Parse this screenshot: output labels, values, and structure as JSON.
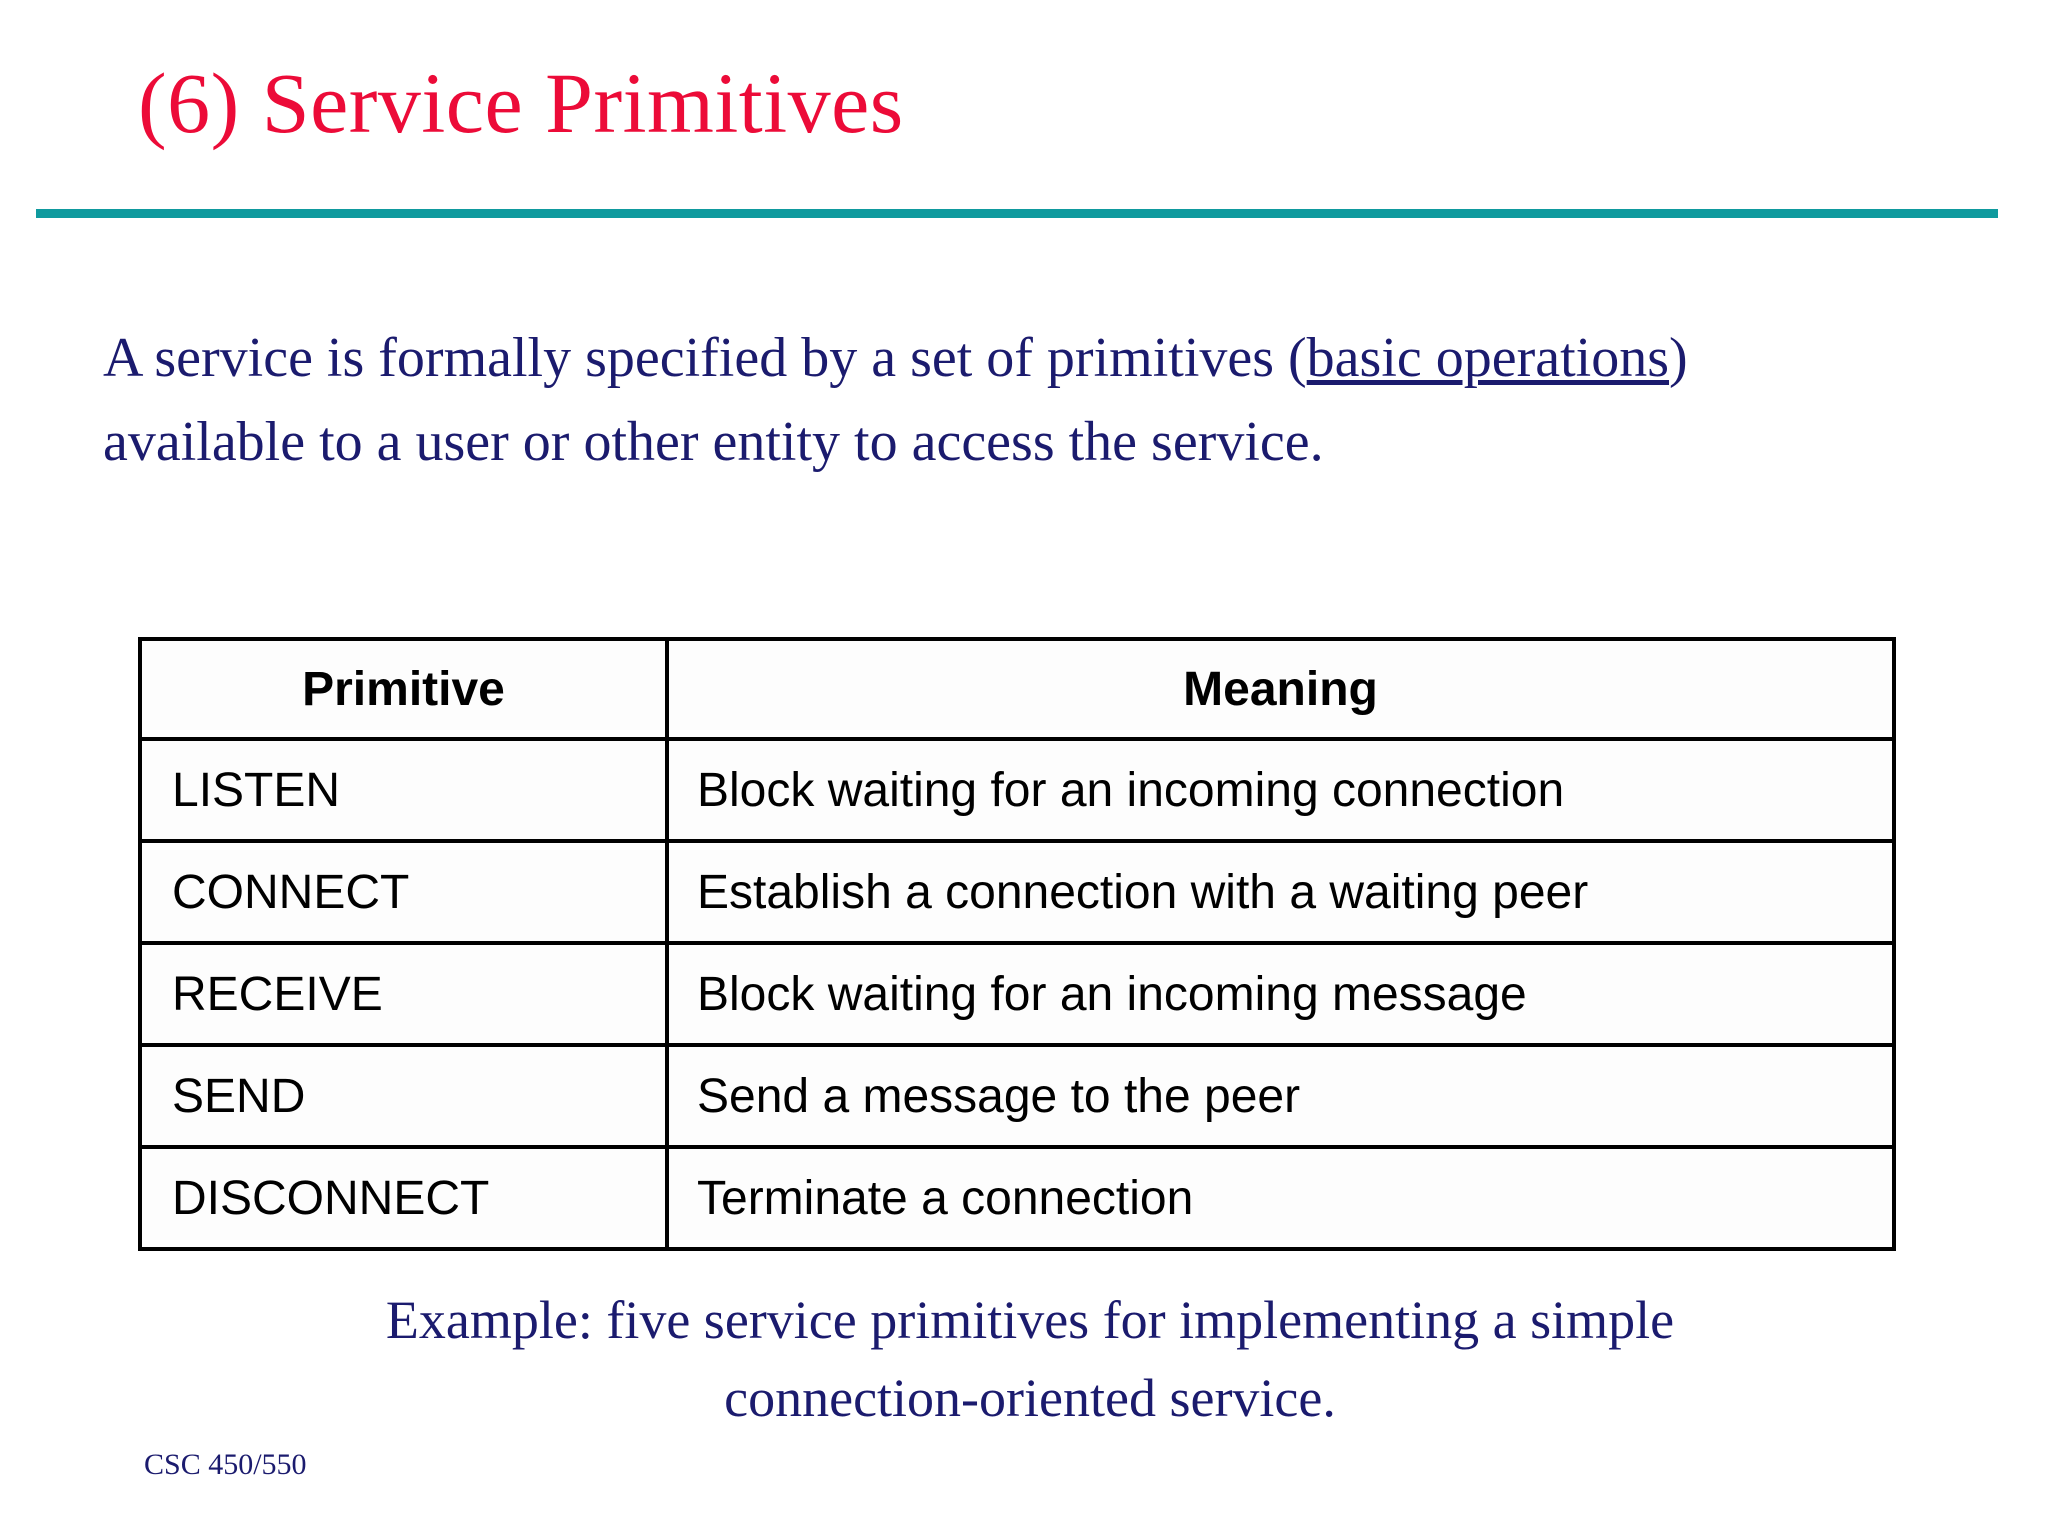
{
  "slide": {
    "title": "(6) Service Primitives",
    "title_color": "#ec0b38",
    "rule_color": "#0f9a9e",
    "body_text_color": "#1b1b6e",
    "background_color": "#ffffff"
  },
  "body": {
    "segment_1": "A service is formally specified by a set of primitives (",
    "underlined_1": "basic operations",
    "segment_2": ") available to a user or other entity to access the service."
  },
  "table": {
    "headers": [
      "Primitive",
      "Meaning"
    ],
    "rows": [
      {
        "primitive": "LISTEN",
        "meaning": "Block waiting for an incoming connection"
      },
      {
        "primitive": "CONNECT",
        "meaning": "Establish a connection with a waiting peer"
      },
      {
        "primitive": "RECEIVE",
        "meaning": "Block waiting for an incoming message"
      },
      {
        "primitive": "SEND",
        "meaning": "Send a message to the peer"
      },
      {
        "primitive": "DISCONNECT",
        "meaning": "Terminate a connection"
      }
    ]
  },
  "caption": {
    "line_1": "Example: five service primitives for implementing a simple",
    "line_2": "connection-oriented service."
  },
  "footer": {
    "course_code": "CSC 450/550"
  }
}
